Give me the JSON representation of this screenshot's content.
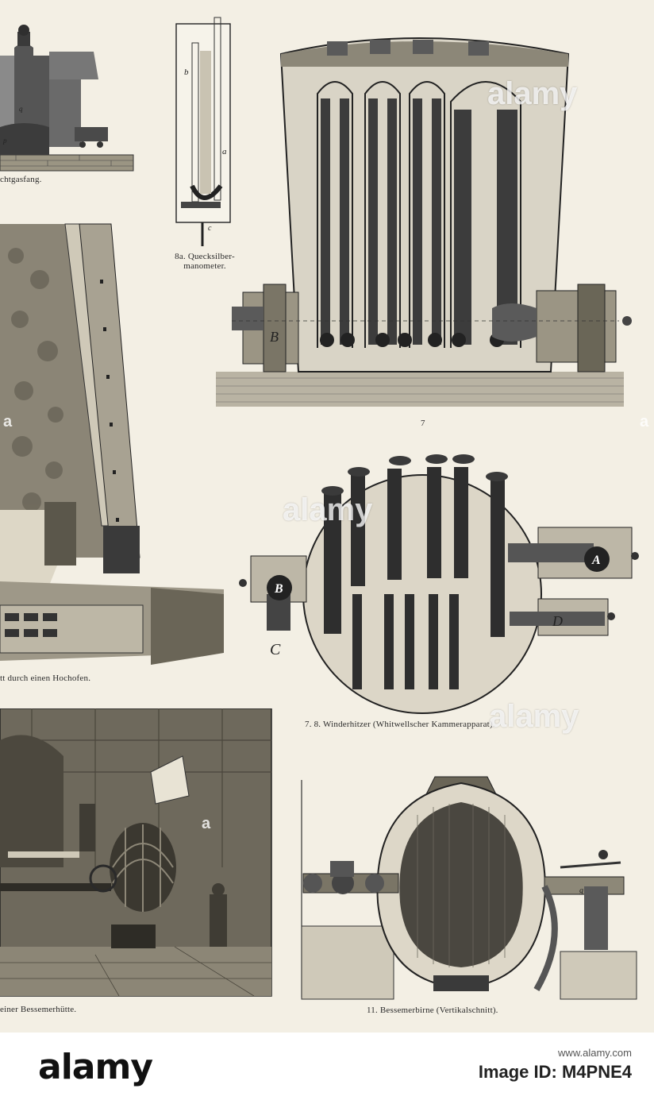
{
  "captions": {
    "gichtgasfang": "chtgasfang.",
    "manometer_line1": "8a. Quecksilber-",
    "manometer_line2": "manometer.",
    "fig7_number": "7",
    "hochofen": "tt durch einen Hochofen.",
    "winderhitzer": "7. 8. Winderhitzer (Whitwellscher Kammerapparat).",
    "bessemerhuette": "einer Bessemerhütte.",
    "bessemerbirne": "11. Bessemerbirne (Vertikalschnitt)."
  },
  "labels": {
    "manometer_a": "a",
    "manometer_b": "b",
    "manometer_c": "c",
    "fig7_B": "B",
    "fig8_A": "A",
    "fig8_B": "B",
    "fig8_C": "C",
    "fig8_D": "D",
    "birne_g": "g",
    "gas_q": "q",
    "gas_p": "p"
  },
  "watermark": {
    "text": "alamy",
    "small": "a"
  },
  "footer": {
    "brand": "alamy",
    "image_id_label": "Image ID: M4PNE4",
    "site": "www.alamy.com"
  }
}
